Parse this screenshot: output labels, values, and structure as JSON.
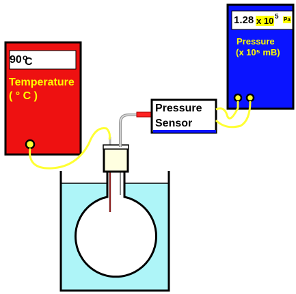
{
  "temperature_meter": {
    "reading": "90",
    "degree_symbol": "o",
    "unit": "C",
    "title": "Temperature",
    "unit_label": "( ° C )",
    "panel_color": "#ee1111",
    "label_color": "#ffff00"
  },
  "pressure_meter": {
    "reading": "1.28",
    "multiplier": "x 10",
    "exponent": "5",
    "unit": "Pa",
    "title": "Pressure",
    "unit_label": "(x 10⁵ mB)",
    "panel_color": "#0a14ff",
    "label_color": "#ffff00"
  },
  "pressure_sensor": {
    "line1": "Pressure",
    "line2": "Sensor"
  },
  "apparatus": {
    "water_color": "#aef5f8",
    "wire_color": "#ffff33",
    "flask": "round-bottom-flask",
    "stopper": "cork-stopper",
    "beaker": "water-bath"
  }
}
